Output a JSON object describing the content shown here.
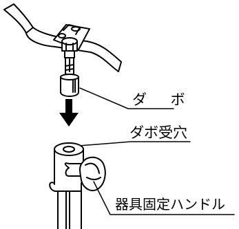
{
  "labels": {
    "dabo": "ダ ボ",
    "dabo_receiver": "ダボ受穴",
    "fixing_handle": "器具固定ハンドル"
  },
  "colors": {
    "line": "#000000",
    "background": "#ffffff"
  },
  "icons": {
    "arrow": "down-arrow-icon"
  }
}
